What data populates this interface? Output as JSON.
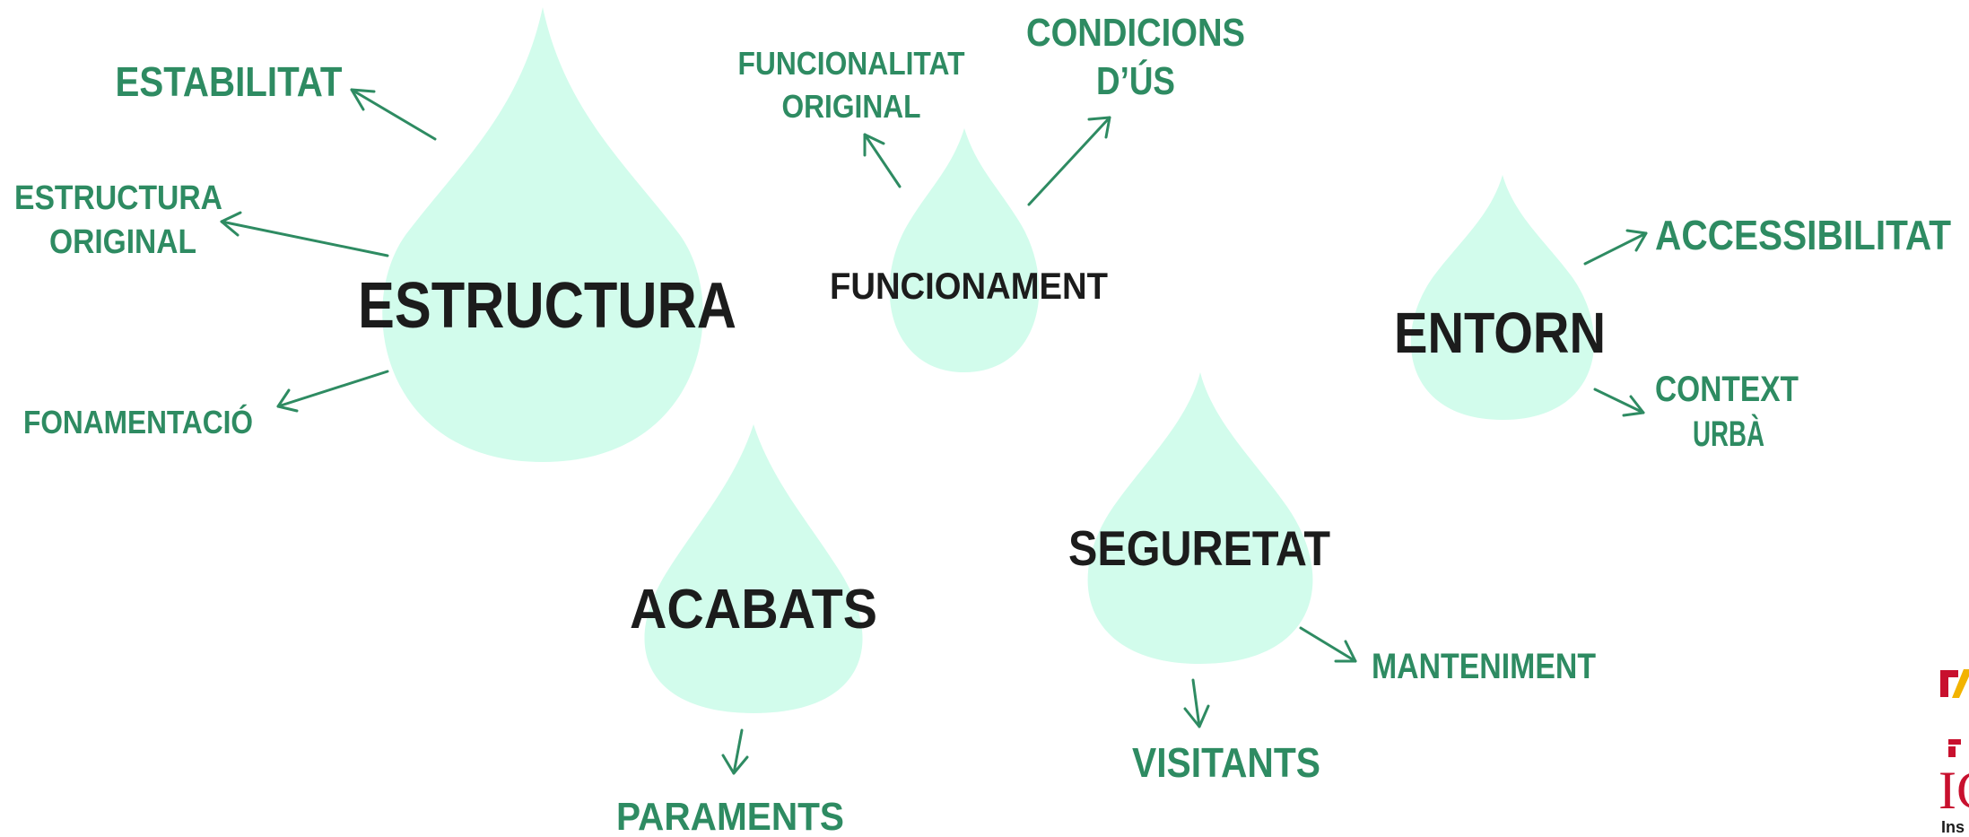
{
  "colors": {
    "drop": "#d2fcec",
    "sub_label": "#2e8b62",
    "main_label": "#1c1c1c",
    "logo_red": "#c8102e",
    "logo_yellow": "#f2b300"
  },
  "concepts": {
    "estructura": {
      "label": "ESTRUCTURA",
      "aspects": {
        "estabilitat": [
          "ESTABILITAT"
        ],
        "estructura_original": [
          "ESTRUCTURA",
          "ORIGINAL"
        ],
        "fonamentacio": [
          "FONAMENTACIÓ"
        ]
      }
    },
    "funcionament": {
      "label": "FUNCIONAMENT",
      "aspects": {
        "funcionalitat_original": [
          "FUNCIONALITAT",
          "ORIGINAL"
        ],
        "condicions_us": [
          "CONDICIONS",
          "D’ÚS"
        ]
      }
    },
    "entorn": {
      "label": "ENTORN",
      "aspects": {
        "accessibilitat": [
          "ACCESSIBILITAT"
        ],
        "context_urba": [
          "CONTEXT",
          "URBÀ"
        ]
      }
    },
    "acabats": {
      "label": "ACABATS",
      "aspects": {
        "paraments": [
          "PARAMENTS"
        ]
      }
    },
    "seguretat": {
      "label": "SEGURETAT",
      "aspects": {
        "manteniment": [
          "MANTENIMENT"
        ],
        "visitants": [
          "VISITANTS"
        ]
      }
    }
  },
  "logos": {
    "upper": "logo-mark-red-yellow",
    "lower": "institute-logo",
    "lower_text": "Ins"
  }
}
